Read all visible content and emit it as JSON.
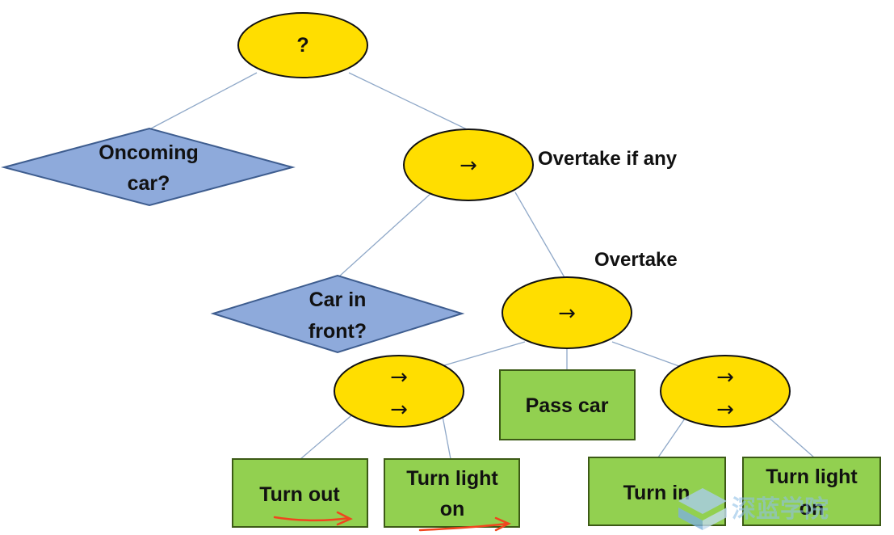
{
  "diagram": {
    "root": {
      "symbol": "?"
    },
    "oncoming": {
      "line1": "Oncoming",
      "line2": "car?"
    },
    "overtake_if_any": {
      "symbol": "→",
      "label": "Overtake if any"
    },
    "car_in_front": {
      "line1": "Car in",
      "line2": "front?"
    },
    "overtake": {
      "symbol": "→",
      "label": "Overtake"
    },
    "turn_out_seq": {
      "symbol1": "→",
      "symbol2": "→"
    },
    "pass_car": {
      "label": "Pass car"
    },
    "turn_in_seq": {
      "symbol1": "→",
      "symbol2": "→"
    },
    "turn_out": {
      "label": "Turn out"
    },
    "turn_light_on_1": {
      "line1": "Turn light",
      "line2": "on"
    },
    "turn_in": {
      "label": "Turn in"
    },
    "turn_light_on_2": {
      "line1": "Turn light",
      "line2": "on"
    }
  },
  "watermark": {
    "text": "深蓝学院"
  },
  "colors": {
    "selector_fill": "#ffde00",
    "condition_fill": "#8eaadb",
    "action_fill": "#92d050",
    "edge": "#8fa8c8",
    "annotation": "#f0451e"
  }
}
